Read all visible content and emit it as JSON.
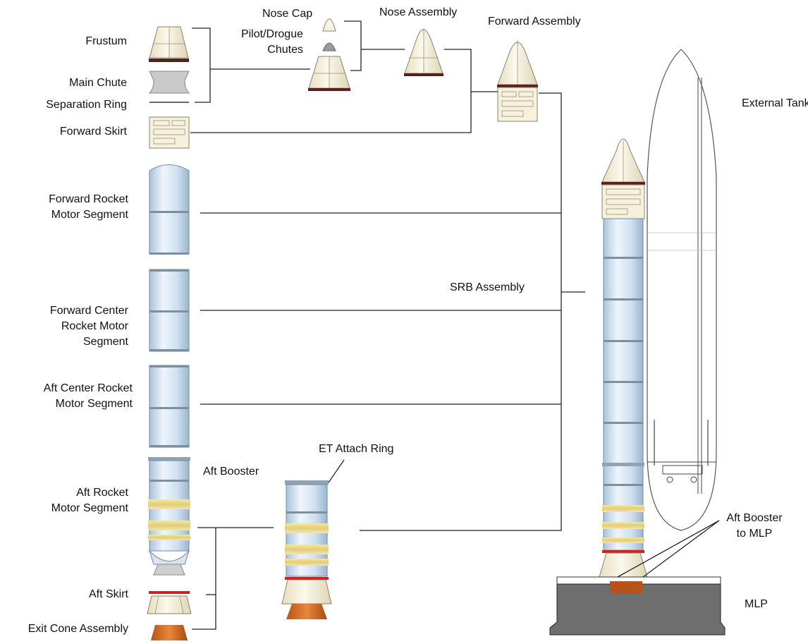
{
  "labels": {
    "frustum": "Frustum",
    "main_chute": "Main Chute",
    "separation_ring": "Separation Ring",
    "forward_skirt": "Forward Skirt",
    "nose_cap": "Nose Cap",
    "pilot_drogue_chutes_1": "Pilot/Drogue",
    "pilot_drogue_chutes_2": "Chutes",
    "nose_assembly": "Nose Assembly",
    "forward_assembly": "Forward Assembly",
    "external_tank": "External Tank",
    "forward_rocket_motor_1": "Forward Rocket",
    "forward_rocket_motor_2": "Motor Segment",
    "forward_center_1": "Forward Center",
    "forward_center_2": "Rocket Motor",
    "forward_center_3": "Segment",
    "aft_center_1": "Aft Center Rocket",
    "aft_center_2": "Motor Segment",
    "srb_assembly": "SRB Assembly",
    "aft_booster": "Aft Booster",
    "et_attach_ring": "ET Attach Ring",
    "aft_rocket_motor_1": "Aft Rocket",
    "aft_rocket_motor_2": "Motor Segment",
    "aft_skirt": "Aft Skirt",
    "exit_cone_assembly": "Exit Cone Assembly",
    "aft_booster_to_mlp_1": "Aft Booster",
    "aft_booster_to_mlp_2": "to MLP",
    "mlp": "MLP"
  },
  "colors": {
    "segment_blue": "#cfe0f0",
    "segment_edge": "#6f8aa0",
    "insulation_yellow": "#ecd98a",
    "nozzle_orange": "#d2691e",
    "ring_red": "#cc2222",
    "cone_cream": "#f4efd8",
    "platform_dark": "#555555",
    "line": "#222222"
  }
}
